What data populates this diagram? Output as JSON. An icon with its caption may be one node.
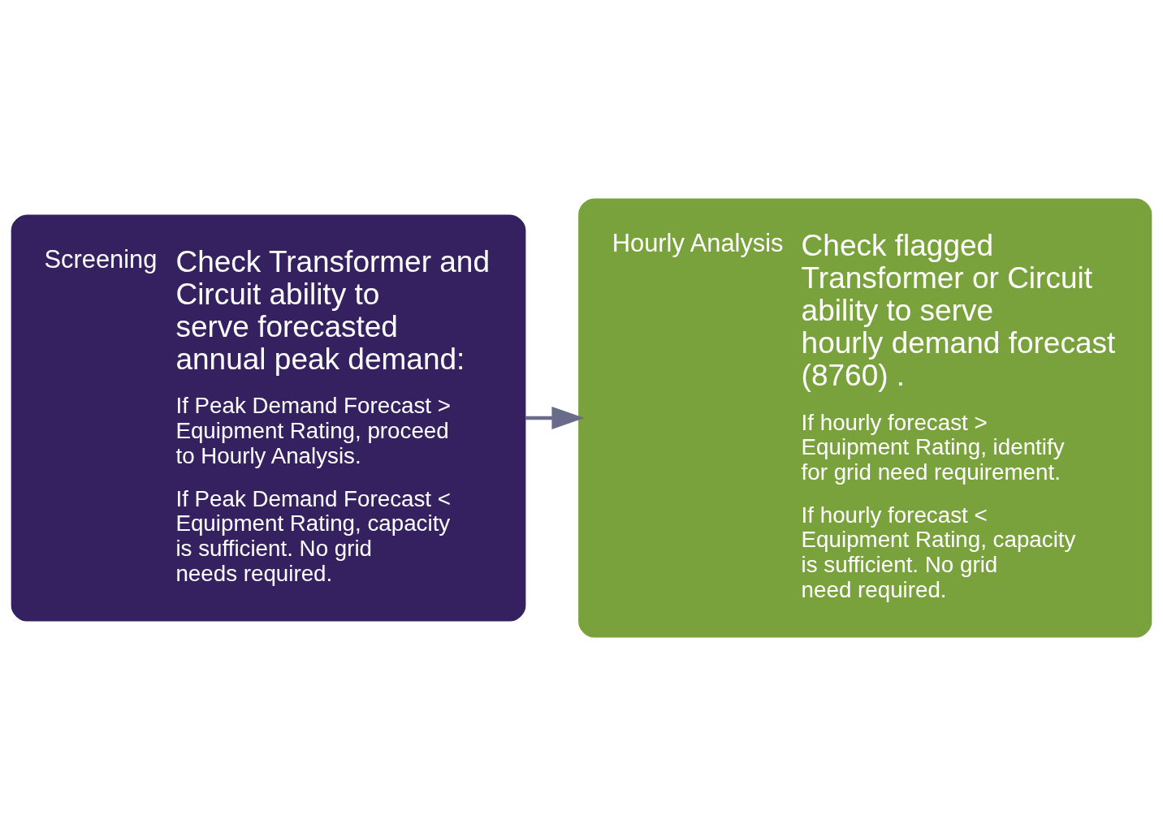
{
  "diagram": {
    "nodes": [
      {
        "text": [
          "Screening",
          "Check Transformer and Circuit ability to serve forecasted annual peak demand:",
          "If Peak Demand Forecast > Equipment Rating, proceed to Hourly Analysis.",
          "If Peak Demand Forecast < Equipment Rating, capacity is sufficient. No grid needs required."
        ]
      },
      {
        "text": [
          "Hourly Analysis",
          "Check flagged Transformer or Circuit ability to serve hourly demand forecast (8760) .",
          "If hourly forecast > Equipment Rating, identify for grid need requirement.",
          "If hourly forecast < Equipment Rating, capacity is sufficient. No grid need required."
        ]
      }
    ],
    "edges": [
      {
        "from": 0,
        "to": 1,
        "arrow": "to"
      }
    ]
  }
}
